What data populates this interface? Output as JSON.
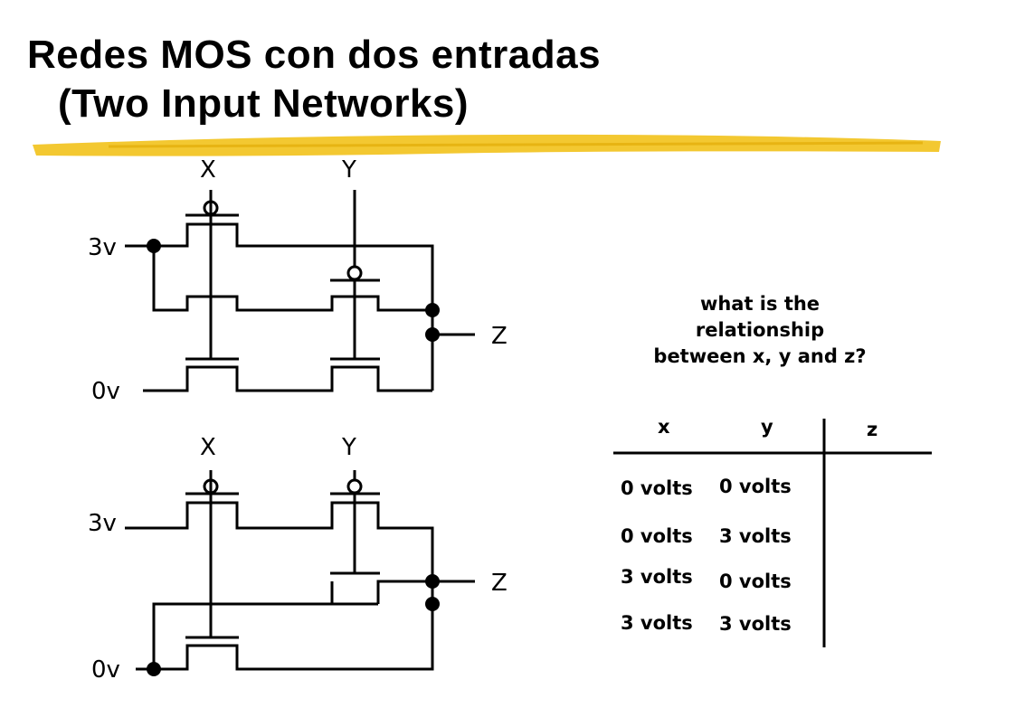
{
  "slide": {
    "title_line1": "Redes MOS con dos entradas",
    "title_line2": "(Two Input Networks)",
    "accent_color": "#f2c21b"
  },
  "circuit1": {
    "input_x": "X",
    "input_y": "Y",
    "supply_high": "3v",
    "supply_low": "0v",
    "output": "Z"
  },
  "circuit2": {
    "input_x": "X",
    "input_y": "Y",
    "supply_high": "3v",
    "supply_low": "0v",
    "output": "Z"
  },
  "question": {
    "line1": "what  is the",
    "line2": "relationship",
    "line3": "between x, y and z?"
  },
  "truth_table": {
    "headers": [
      "x",
      "y",
      "z"
    ],
    "rows": [
      {
        "x": "0 volts",
        "y": "0 volts",
        "z": ""
      },
      {
        "x": "0 volts",
        "y": "3 volts",
        "z": ""
      },
      {
        "x": "3 volts",
        "y": "0 volts",
        "z": ""
      },
      {
        "x": "3 volts",
        "y": "3 volts",
        "z": ""
      }
    ]
  }
}
